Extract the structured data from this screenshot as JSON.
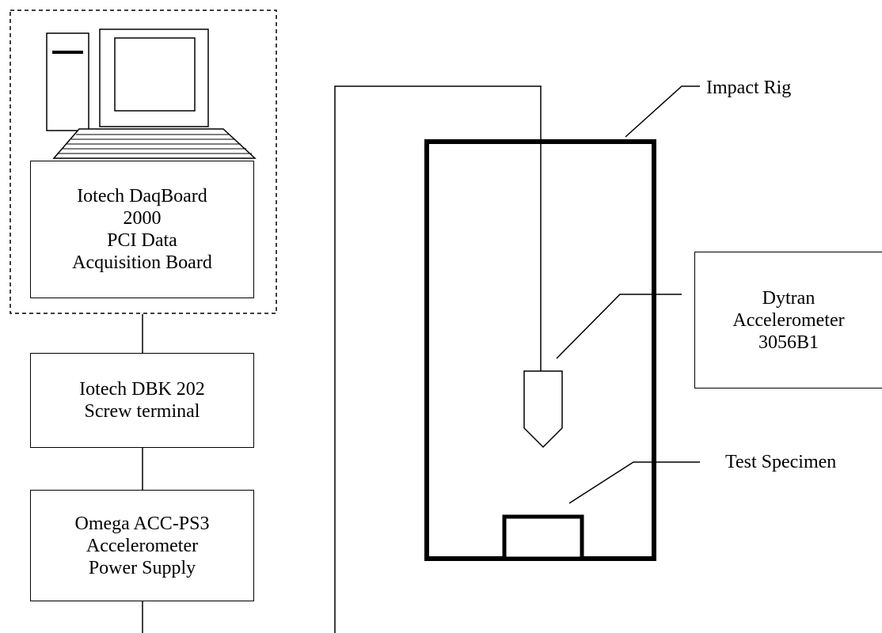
{
  "diagram": {
    "daq_board": {
      "lines": [
        "Iotech DaqBoard",
        "2000",
        "PCI Data",
        "Acquisition Board"
      ]
    },
    "screw_terminal": {
      "lines": [
        "Iotech DBK 202",
        "Screw terminal"
      ]
    },
    "power_supply": {
      "lines": [
        "Omega ACC-PS3",
        "Accelerometer",
        "Power Supply"
      ]
    },
    "accelerometer": {
      "lines": [
        "Dytran",
        "Accelerometer",
        "3056B1"
      ]
    },
    "impact_rig_label": "Impact Rig",
    "test_specimen_label": "Test Specimen"
  }
}
